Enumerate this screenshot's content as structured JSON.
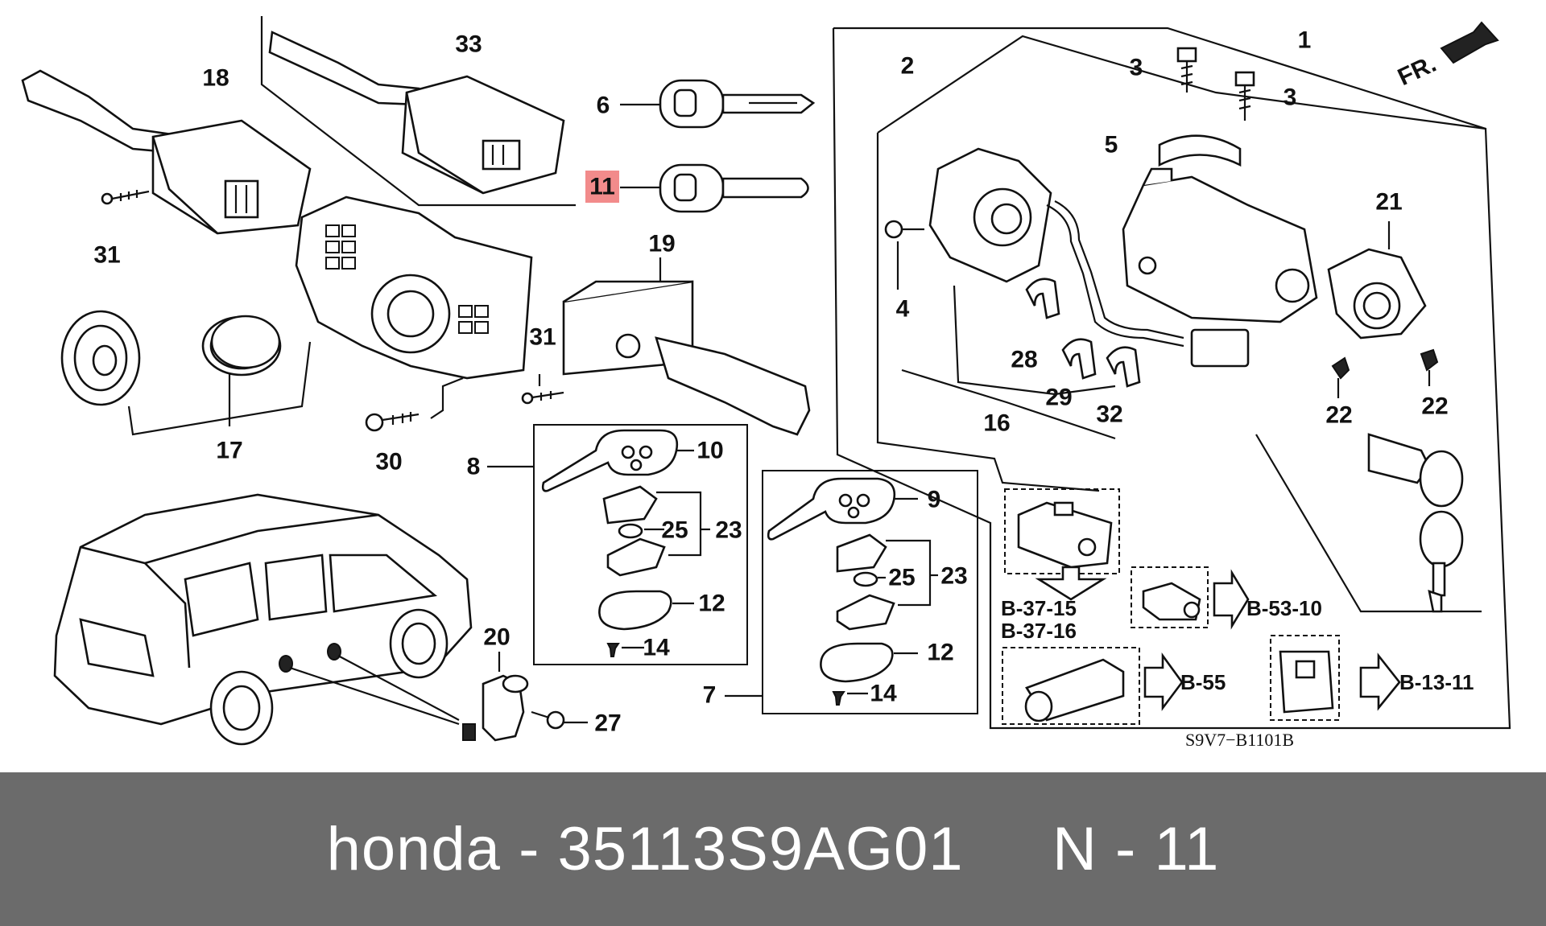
{
  "diagram": {
    "drawing_code": "S9V7−B1101B",
    "direction_label": "FR.",
    "highlighted_callout": "11",
    "highlight_color": "#f28b8b",
    "callouts": {
      "c1": "1",
      "c2": "2",
      "c3a": "3",
      "c3b": "3",
      "c4": "4",
      "c5": "5",
      "c6": "6",
      "c7": "7",
      "c8": "8",
      "c9": "9",
      "c10": "10",
      "c11": "11",
      "c12a": "12",
      "c12b": "12",
      "c14a": "14",
      "c14b": "14",
      "c16": "16",
      "c17": "17",
      "c18": "18",
      "c19": "19",
      "c20": "20",
      "c21": "21",
      "c22a": "22",
      "c22b": "22",
      "c23a": "23",
      "c23b": "23",
      "c25a": "25",
      "c25b": "25",
      "c27": "27",
      "c28": "28",
      "c29": "29",
      "c30": "30",
      "c31a": "31",
      "c31b": "31",
      "c32": "32",
      "c33": "33"
    },
    "references": {
      "r1": "B-37-15",
      "r2": "B-37-16",
      "r3": "B-53-10",
      "r4": "B-55",
      "r5": "B-13-11"
    }
  },
  "footer": {
    "text": "honda - 35113S9AG01     N - 11",
    "background": "#6b6b6b",
    "text_color": "#ffffff"
  }
}
